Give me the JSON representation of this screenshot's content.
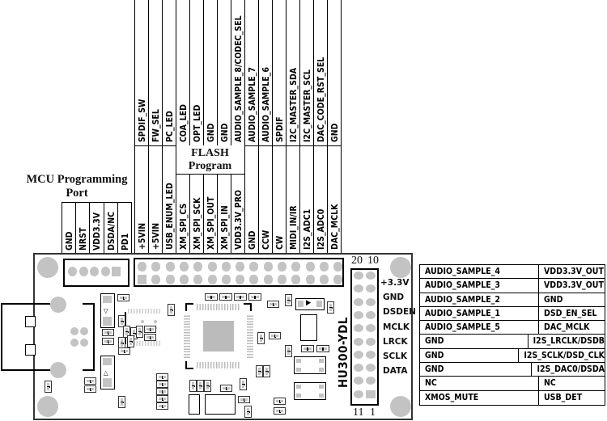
{
  "diagram": {
    "title": "HU300-YDL module pinout",
    "board_label": "HU300-YDL",
    "top_header": {
      "upper_row": [
        "SPDIF_SW",
        "FW_SEL",
        "PC_LED",
        "COA_LED",
        "OPT_LED",
        "GND",
        "GND",
        "AUDIO_SAMPLE_8/CODEC_SEL",
        "AUDIO_SAMPLE_7",
        "AUDIO_SAMPLE_6",
        "SPDIF",
        "I2C_MASTER_SDA",
        "I2C_MASTER_SCL",
        "DAC_CODE_RST_SEL",
        "GND"
      ],
      "lower_row": [
        "+5VIN",
        "+5VIN",
        "USB_ENUM_LED",
        "XM_SPI_CS",
        "XM_SPI_SCK",
        "XM_SPI_OUT",
        "XM_SPI_IN",
        "VDD3.3V_PRO",
        "GND",
        "CCW",
        "CW",
        "MIDI_IN/IR",
        "I2S_ADC1",
        "I2S_ADC0",
        "DAC_MCLK"
      ],
      "flash_group_title_line1": "FLASH",
      "flash_group_title_line2": "Program"
    },
    "mcu_port": {
      "title_line1": "MCU Programming",
      "title_line2": "Port",
      "pins": [
        "GND",
        "NRST",
        "VDD3.3V",
        "DSDA/NC",
        "PD1"
      ]
    },
    "side_header": {
      "top_numbers": [
        "20",
        "10"
      ],
      "bottom_numbers": [
        "11",
        "1"
      ],
      "labels": [
        "+3.3V",
        "GND",
        "DSDEN",
        "MCLK",
        "LRCK",
        "SCLK",
        "DATA"
      ]
    },
    "right_table": {
      "rows": [
        [
          "AUDIO_SAMPLE_4",
          "VDD3.3V_OUT"
        ],
        [
          "AUDIO_SAMPLE_3",
          "VDD3.3V_OUT"
        ],
        [
          "AUDIO_SAMPLE_2",
          "GND"
        ],
        [
          "AUDIO_SAMPLE_1",
          "DSD_EN_SEL"
        ],
        [
          "AUDIO_SAMPLE_5",
          "DAC_MCLK"
        ],
        [
          "GND",
          "I2S_LRCLK/DSDB"
        ],
        [
          "GND",
          "I2S_SCLK/DSD_CLK"
        ],
        [
          "GND",
          "I2S_DAC0/DSDA"
        ],
        [
          "NC",
          "NC"
        ],
        [
          "XMOS_MUTE",
          "USB_DET"
        ]
      ]
    },
    "colors": {
      "line": "#000000",
      "pad": "#c3c3c3",
      "background": "#ffffff"
    }
  }
}
